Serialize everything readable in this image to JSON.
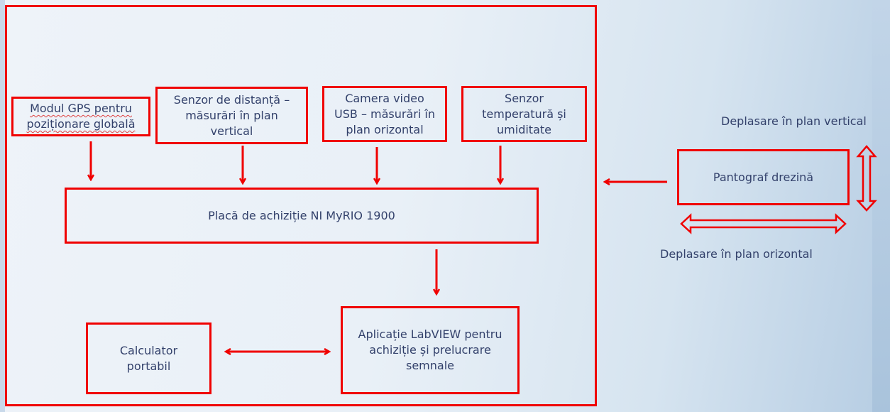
{
  "diagram": {
    "inputs": [
      {
        "id": "gps",
        "lines": [
          "Modul GPS pentru",
          "poziționare globală"
        ]
      },
      {
        "id": "distance",
        "lines": [
          "Senzor de distanță –",
          "măsurări în plan",
          "vertical"
        ]
      },
      {
        "id": "camera",
        "lines": [
          "Camera video",
          "USB – măsurări în",
          "plan orizontal"
        ]
      },
      {
        "id": "temp",
        "lines": [
          "Senzor",
          "temperatură și",
          "umiditate"
        ]
      }
    ],
    "acquisition_board": "Placă de achiziție NI MyRIO 1900",
    "labview_app": [
      "Aplicație LabVIEW pentru",
      "achiziție și prelucrare",
      "semnale"
    ],
    "laptop": [
      "Calculator",
      "portabil"
    ],
    "pantograph": "Pantograf drezină",
    "vertical_motion_label": "Deplasare în plan vertical",
    "horizontal_motion_label": "Deplasare în plan orizontal",
    "colors": {
      "border": "#f00000",
      "text": "#33416b"
    }
  }
}
